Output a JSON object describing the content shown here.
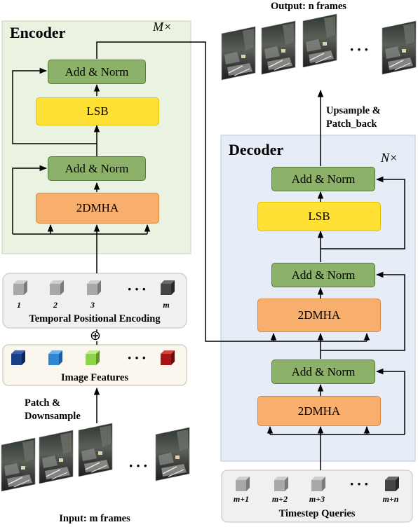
{
  "encoder": {
    "title": "Encoder",
    "repeat": "M×",
    "add_norm_top": "Add & Norm",
    "lsb": "LSB",
    "add_norm_bottom": "Add & Norm",
    "mha": "2DMHA"
  },
  "decoder": {
    "title": "Decoder",
    "repeat": "N×",
    "add_norm_top": "Add & Norm",
    "lsb": "LSB",
    "add_norm_mid": "Add & Norm",
    "mha_mid": "2DMHA",
    "add_norm_bottom": "Add & Norm",
    "mha_bottom": "2DMHA"
  },
  "positional_encoding": {
    "label": "Temporal Positional Encoding",
    "indices": [
      "1",
      "2",
      "3",
      "m"
    ],
    "dots": "···"
  },
  "plus_symbol": "⊕",
  "image_features": {
    "label": "Image Features",
    "dots": "···",
    "cube_colors": [
      "#1a3f86",
      "#2f86d2",
      "#8fd24c",
      "#a81414"
    ]
  },
  "patch_downsample": {
    "line1": "Patch &",
    "line2": "Downsample"
  },
  "input_label": "Input: m frames",
  "input_dots": "···",
  "output_label": "Output: n frames",
  "output_dots": "···",
  "upsample": {
    "line1": "Upsample &",
    "line2": "Patch_back"
  },
  "timestep_queries": {
    "label": "Timestep Queries",
    "indices": [
      "m+1",
      "m+2",
      "m+3",
      "m+n"
    ],
    "dots": "···"
  },
  "colors": {
    "encoder_bg": "#eaf3e1",
    "decoder_bg": "#e6edf6",
    "add_norm": "#8cb26a",
    "lsb": "#ffe035",
    "mha": "#f8ae6c",
    "gray_cube": "#9a9a9a",
    "dark_cube": "#404040"
  }
}
